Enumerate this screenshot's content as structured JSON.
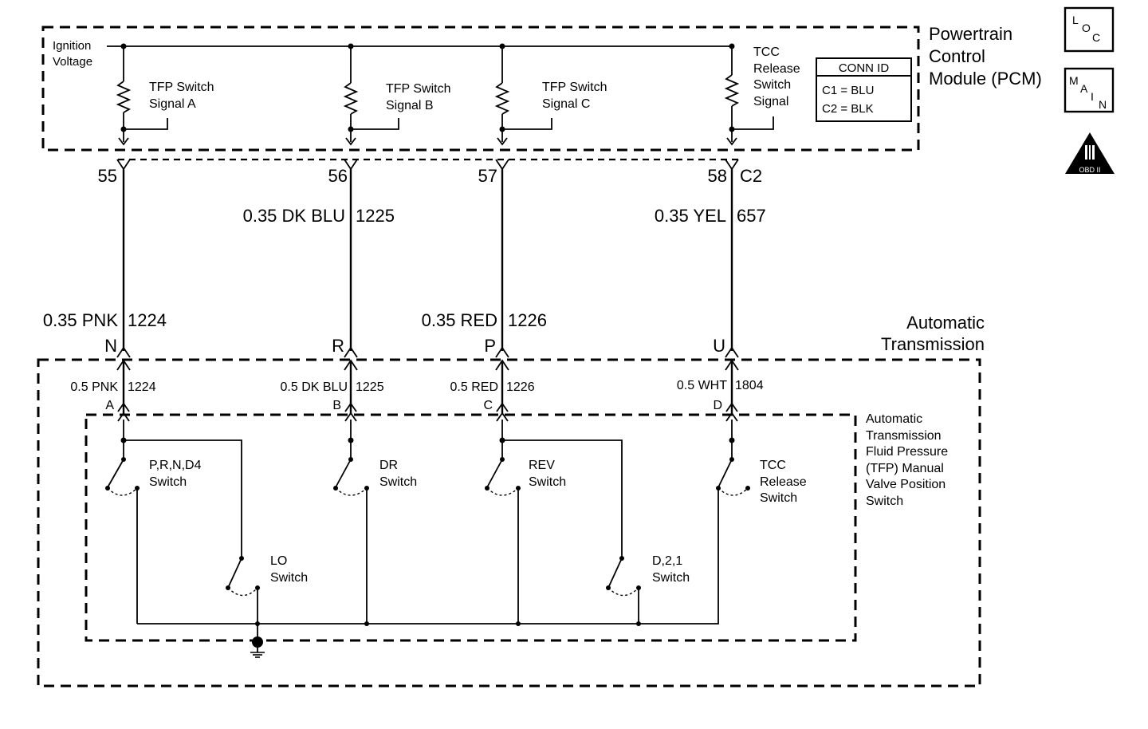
{
  "pcm": {
    "title_line1": "Powertrain",
    "title_line2": "Control",
    "title_line3": "Module (PCM)",
    "ignition_line1": "Ignition",
    "ignition_line2": "Voltage",
    "signal_a_line1": "TFP Switch",
    "signal_a_line2": "Signal A",
    "signal_b_line1": "TFP Switch",
    "signal_b_line2": "Signal B",
    "signal_c_line1": "TFP Switch",
    "signal_c_line2": "Signal C",
    "tcc_line1": "TCC",
    "tcc_line2": "Release",
    "tcc_line3": "Switch",
    "tcc_line4": "Signal"
  },
  "conn_id": {
    "header": "CONN ID",
    "row1": "C1 = BLU",
    "row2": "C2 = BLK"
  },
  "badges": {
    "loc": [
      "L",
      "O",
      "C"
    ],
    "main": [
      "M",
      "A",
      "I",
      "N"
    ],
    "obd": "OBD II"
  },
  "pcm_pins": [
    "55",
    "56",
    "57",
    "58"
  ],
  "pcm_connector": "C2",
  "wires_upper": {
    "w56_label": "0.35 DK BLU",
    "w56_circuit": "1225",
    "w58_label": "0.35 YEL",
    "w58_circuit": "657"
  },
  "wires_lower": {
    "w55_label": "0.35 PNK",
    "w55_circuit": "1224",
    "w57_label": "0.35 RED",
    "w57_circuit": "1226"
  },
  "trans_pins": [
    "N",
    "R",
    "P",
    "U"
  ],
  "transmission": {
    "title_line1": "Automatic",
    "title_line2": "Transmission"
  },
  "inner_wires": [
    {
      "label": "0.5 PNK",
      "circuit": "1224",
      "pin": "A"
    },
    {
      "label": "0.5 DK BLU",
      "circuit": "1225",
      "pin": "B"
    },
    {
      "label": "0.5 RED",
      "circuit": "1226",
      "pin": "C"
    },
    {
      "label": "0.5 WHT",
      "circuit": "1804",
      "pin": "D"
    }
  ],
  "tfp_module": {
    "line1": "Automatic",
    "line2": "Transmission",
    "line3": "Fluid Pressure",
    "line4": "(TFP) Manual",
    "line5": "Valve Position",
    "line6": "Switch"
  },
  "switches": {
    "prnd4_line1": "P,R,N,D4",
    "prnd4_line2": "Switch",
    "dr_line1": "DR",
    "dr_line2": "Switch",
    "rev_line1": "REV",
    "rev_line2": "Switch",
    "tcc_line1": "TCC",
    "tcc_line2": "Release",
    "tcc_line3": "Switch",
    "lo_line1": "LO",
    "lo_line2": "Switch",
    "d21_line1": "D,2,1",
    "d21_line2": "Switch"
  }
}
